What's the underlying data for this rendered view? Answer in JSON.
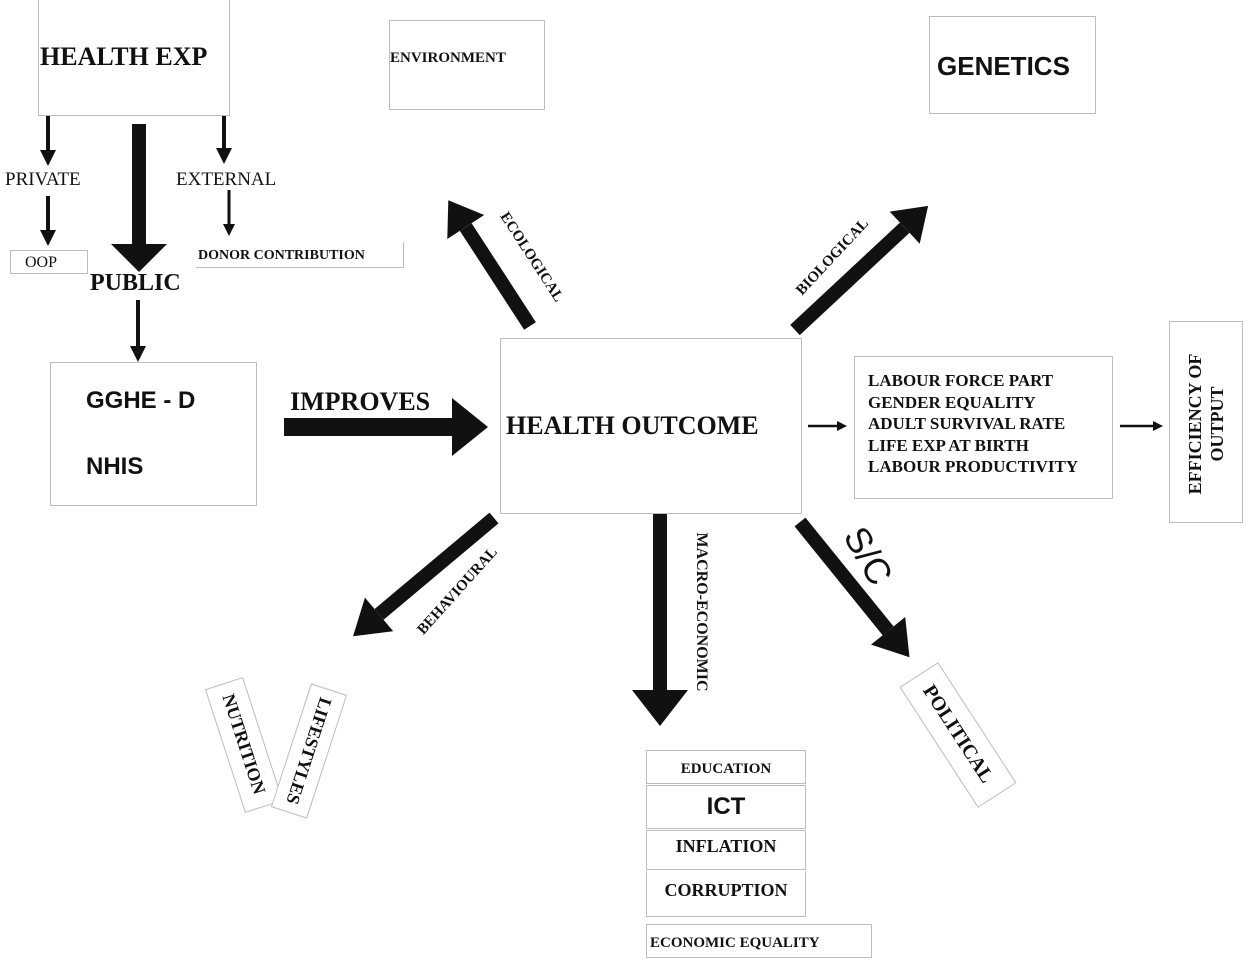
{
  "nodes": {
    "health_exp": "HEALTH EXP",
    "environment": "ENVIRONMENT",
    "genetics": "GENETICS",
    "private": "PRIVATE",
    "external": "EXTERNAL",
    "oop": "OOP",
    "donor_contribution": "DONOR CONTRIBUTION",
    "public": "PUBLIC",
    "gghe_d": "GGHE - D",
    "nhis": "NHIS",
    "health_outcome": "HEALTH OUTCOME",
    "efficiency_line1": "EFFICIENCY OF",
    "efficiency_line2": "OUTPUT",
    "outcomes_list": [
      "LABOUR FORCE PART",
      "GENDER EQUALITY",
      "ADULT SURVIVAL RATE",
      "LIFE EXP AT BIRTH",
      "LABOUR PRODUCTIVITY"
    ],
    "macro_list": [
      "EDUCATION",
      "ICT",
      "INFLATION",
      "CORRUPTION",
      "ECONOMIC EQUALITY"
    ],
    "nutrition": "NUTRITION",
    "lifestyles": "LIFESTYLES",
    "political": "POLITICAL"
  },
  "edges": {
    "improves": "IMPROVES",
    "ecological": "ECOLOGICAL",
    "biological": "BIOLOGICAL",
    "behavioural": "BEHAVIOURAL",
    "macro_economic": "MACRO-ECONOMIC",
    "sc": "S/C"
  }
}
